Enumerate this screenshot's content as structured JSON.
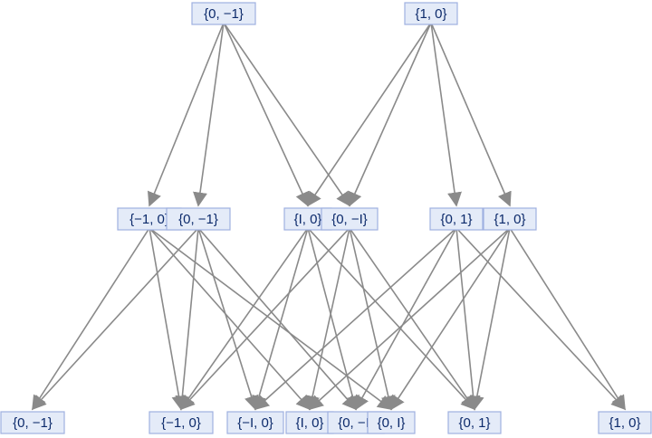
{
  "colors": {
    "edge": "#8a8a8a",
    "node_fill": "#e4ebf8",
    "node_border": "#9fb0e0",
    "label": "#0c2a6b"
  },
  "graph": {
    "nodes": [
      {
        "id": "r0",
        "label": "{0, −1}"
      },
      {
        "id": "r1",
        "label": "{1, 0}"
      },
      {
        "id": "m0",
        "label": "{−1, 0}"
      },
      {
        "id": "m1",
        "label": "{0, −1}"
      },
      {
        "id": "m2",
        "label": "{I, 0}"
      },
      {
        "id": "m3",
        "label": "{0, −I}"
      },
      {
        "id": "m4",
        "label": "{0, 1}"
      },
      {
        "id": "m5",
        "label": "{1, 0}"
      },
      {
        "id": "b0",
        "label": "{0, −1}"
      },
      {
        "id": "b1",
        "label": "{−1, 0}"
      },
      {
        "id": "b2",
        "label": "{−I, 0}"
      },
      {
        "id": "b3",
        "label": "{I, 0}"
      },
      {
        "id": "b4",
        "label": "{0, −I}"
      },
      {
        "id": "b5",
        "label": "{0, I}"
      },
      {
        "id": "b6",
        "label": "{0, 1}"
      },
      {
        "id": "b7",
        "label": "{1, 0}"
      }
    ],
    "edges": [
      [
        "r0",
        "m0"
      ],
      [
        "r0",
        "m1"
      ],
      [
        "r0",
        "m2"
      ],
      [
        "r0",
        "m3"
      ],
      [
        "r1",
        "m2"
      ],
      [
        "r1",
        "m3"
      ],
      [
        "r1",
        "m4"
      ],
      [
        "r1",
        "m5"
      ],
      [
        "m0",
        "b0"
      ],
      [
        "m0",
        "b1"
      ],
      [
        "m0",
        "b3"
      ],
      [
        "m0",
        "b5"
      ],
      [
        "m1",
        "b0"
      ],
      [
        "m1",
        "b1"
      ],
      [
        "m1",
        "b2"
      ],
      [
        "m1",
        "b4"
      ],
      [
        "m2",
        "b1"
      ],
      [
        "m2",
        "b2"
      ],
      [
        "m2",
        "b4"
      ],
      [
        "m2",
        "b6"
      ],
      [
        "m3",
        "b1"
      ],
      [
        "m3",
        "b3"
      ],
      [
        "m3",
        "b5"
      ],
      [
        "m3",
        "b6"
      ],
      [
        "m4",
        "b2"
      ],
      [
        "m4",
        "b4"
      ],
      [
        "m4",
        "b6"
      ],
      [
        "m4",
        "b7"
      ],
      [
        "m5",
        "b3"
      ],
      [
        "m5",
        "b5"
      ],
      [
        "m5",
        "b6"
      ],
      [
        "m5",
        "b7"
      ]
    ]
  }
}
